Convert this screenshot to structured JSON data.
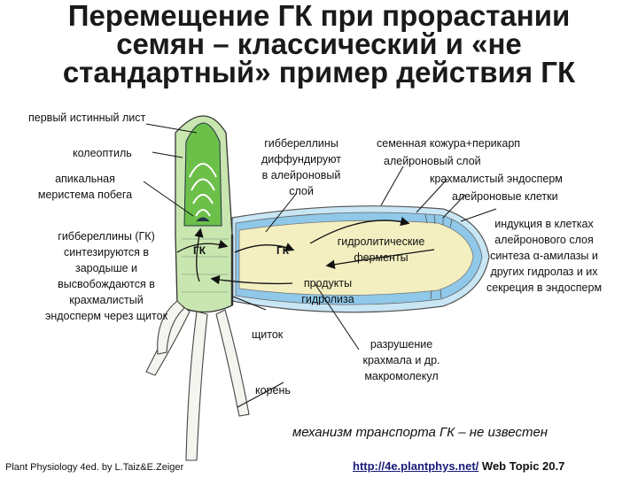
{
  "title": {
    "line1": "Перемещение ГК при прорастании",
    "line2": "семян – классический и «не",
    "line3": "стандартный» пример действия ГК"
  },
  "labels": {
    "first_leaf": "первый истинный лист",
    "coleoptile": "колеоптиль",
    "apical_line1": "апикальная",
    "apical_line2": "меристема побега",
    "gib_diffuse_line1": "гиббереллины",
    "gib_diffuse_line2": "диффундируют",
    "gib_diffuse_line3": "в алейроновый",
    "gib_diffuse_line4": "слой",
    "seed_coat": "семенная кожура+перикарп",
    "aleurone_layer": "алейроновый слой",
    "starchy_endosperm": "крахмалистый эндосперм",
    "aleurone_cells": "алейроновые клетки",
    "gib_synth_line1": "гиббереллины  (ГК)",
    "gib_synth_line2": "синтезируются  в",
    "gib_synth_line3": "зародыше и",
    "gib_synth_line4": "высвобождаются в",
    "gib_synth_line5": "крахмалистый",
    "gib_synth_line6": "эндосперм через щиток",
    "gk_left": "ГК",
    "gk_mid": "ГК",
    "hydrolytic_line1": "гидролитические",
    "hydrolytic_line2": "ферменты",
    "induction_line1": "индукция в клетках",
    "induction_line2": "алейронового слоя",
    "induction_line3": "синтеза α-амилазы и",
    "induction_line4": "других гидролаз и их",
    "induction_line5": "секреция в эндосперм",
    "products_line1": "продукты",
    "products_line2": "гидролиза",
    "scutellum": "щиток",
    "destruction_line1": "разрушение",
    "destruction_line2": "крахмала и др.",
    "destruction_line3": "макромолекул",
    "root": "корень"
  },
  "mechanism": "механизм транспорта ГК – не известен",
  "footer": {
    "left": "Plant Physiology 4ed. by L.Taiz&E.Zeiger",
    "link": "http://4e.plantphys.net/",
    "rest": " Web Topic 20.7"
  },
  "colors": {
    "leaf_green": "#6cc04a",
    "embryo_green": "#c9e6b0",
    "endosperm": "#f3efc0",
    "aleurone_blue": "#8fc8e8",
    "seed_coat": "#c9e6f5"
  }
}
